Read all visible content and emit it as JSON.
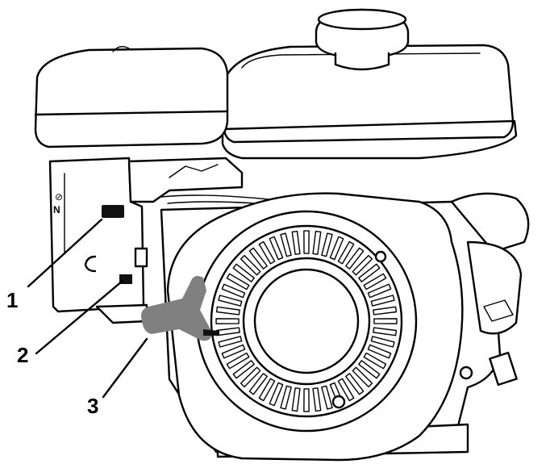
{
  "callouts": [
    {
      "label": "1"
    },
    {
      "label": "2"
    },
    {
      "label": "3"
    }
  ],
  "engine_labels": {
    "switch_marks": [
      "⊘",
      "N"
    ]
  },
  "colors": {
    "line": "#000000",
    "background": "#ffffff",
    "highlight": "#808080"
  }
}
